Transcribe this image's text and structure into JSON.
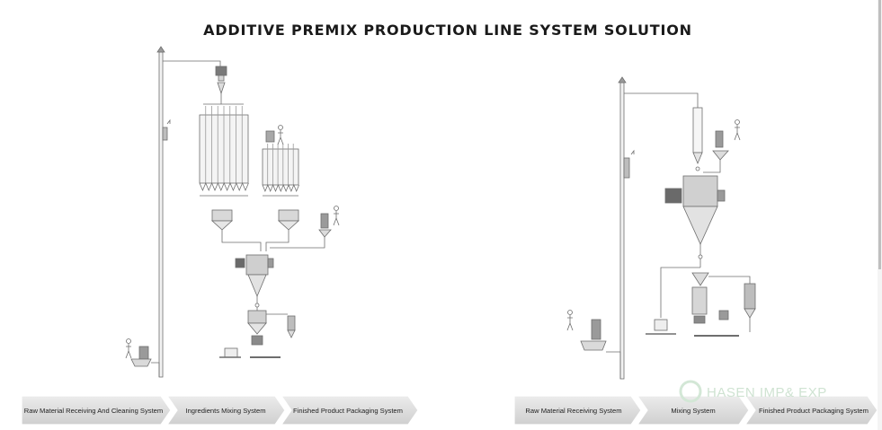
{
  "title": "ADDITIVE PREMIX PRODUCTION LINE SYSTEM SOLUTION",
  "left_system": {
    "stages": [
      {
        "label": "Raw Material Receiving And Cleaning System"
      },
      {
        "label": "Ingredients Mixing System"
      },
      {
        "label": "Finished Product Packaging System"
      }
    ]
  },
  "right_system": {
    "stages": [
      {
        "label": "Raw Material Receiving System"
      },
      {
        "label": "Mixing System"
      },
      {
        "label": "Finished Product Packaging System"
      }
    ]
  },
  "watermark": "HASEN IMP& EXP",
  "colors": {
    "line": "#6e6e6e",
    "equipment": "#8a8a8a",
    "chevron": "#dcdcdc",
    "watermark": "#cfe3d2"
  }
}
